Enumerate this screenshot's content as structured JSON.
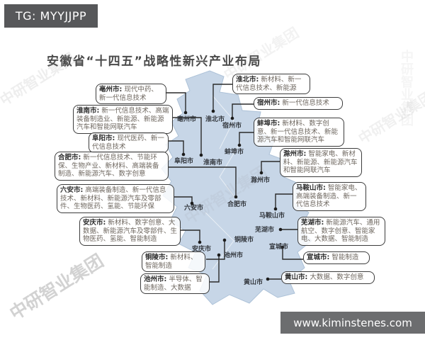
{
  "header": {
    "tg_label": "TG: MYYJJPP"
  },
  "footer": {
    "site_url": "www.kiminstenes.com"
  },
  "colors": {
    "tg_bar_bg": "#57585a",
    "footer_bar_bg": "#6c6d6f",
    "map_fill": "#c7d6e7",
    "box_border": "#3c3c3c",
    "title_color": "#4a4a4a"
  },
  "diagram": {
    "title": "安徽省“十四五”战略性新兴产业布局",
    "watermark": "中研智业集团",
    "left_boxes": [
      {
        "city": "亳州市:",
        "industries": "现代中药、新一代信息技术"
      },
      {
        "city": "淮南市:",
        "industries": "新一代信息技术、高端装备制造业、新能源、新能源汽车和智能网联汽车"
      },
      {
        "city": "阜阳市:",
        "industries": "现代医药、新一代信息技术"
      },
      {
        "city": "合肥市:",
        "industries": "新一代信息技术、节能环保、生物产业、新材料、高端装备制造、新能源汽车、数字创意"
      },
      {
        "city": "六安市:",
        "industries": "高端装备制造、新一代信息技术、新材料、新能源汽车及零部件、生物医药、氢能、节能环保"
      },
      {
        "city": "安庆市:",
        "industries": "新材料、数字创意、大数据、新能源汽车及零部件、生物医药、氢能、智能制造"
      },
      {
        "city": "铜陵市:",
        "industries": "新材料、智能制造"
      },
      {
        "city": "池州市:",
        "industries": "半导体、智能制造、大数据"
      }
    ],
    "right_boxes": [
      {
        "city": "淮北市:",
        "industries": "新材料、新一代信息技术、新能源"
      },
      {
        "city": "宿州市:",
        "industries": "新一代信息技术"
      },
      {
        "city": "蚌埠市:",
        "industries": "新材料、数字创意、新一代信息技术、新能源汽车和智能网联汽车"
      },
      {
        "city": "滁州市:",
        "industries": "智能家电、新材料、新能源、新能源汽车和智能网联汽车"
      },
      {
        "city": "马鞍山市:",
        "industries": "智能家电、高端装备制造、新一代信息技术"
      },
      {
        "city": "芜湖市:",
        "industries": "新能源汽车、通用航空、数字创意、智能家电、大数据、智能制造"
      },
      {
        "city": "宣城市:",
        "industries": "智能制造"
      },
      {
        "city": "黄山市:",
        "industries": "大数据、数字创意"
      }
    ],
    "map_labels": [
      "亳州市",
      "淮北市",
      "宿州市",
      "蚌埠市",
      "阜阳市",
      "淮南市",
      "滁州市",
      "合肥市",
      "六安市",
      "马鞍山市",
      "芜湖市",
      "铜陵市",
      "宣城市",
      "安庆市",
      "池州市",
      "黄山市"
    ]
  }
}
